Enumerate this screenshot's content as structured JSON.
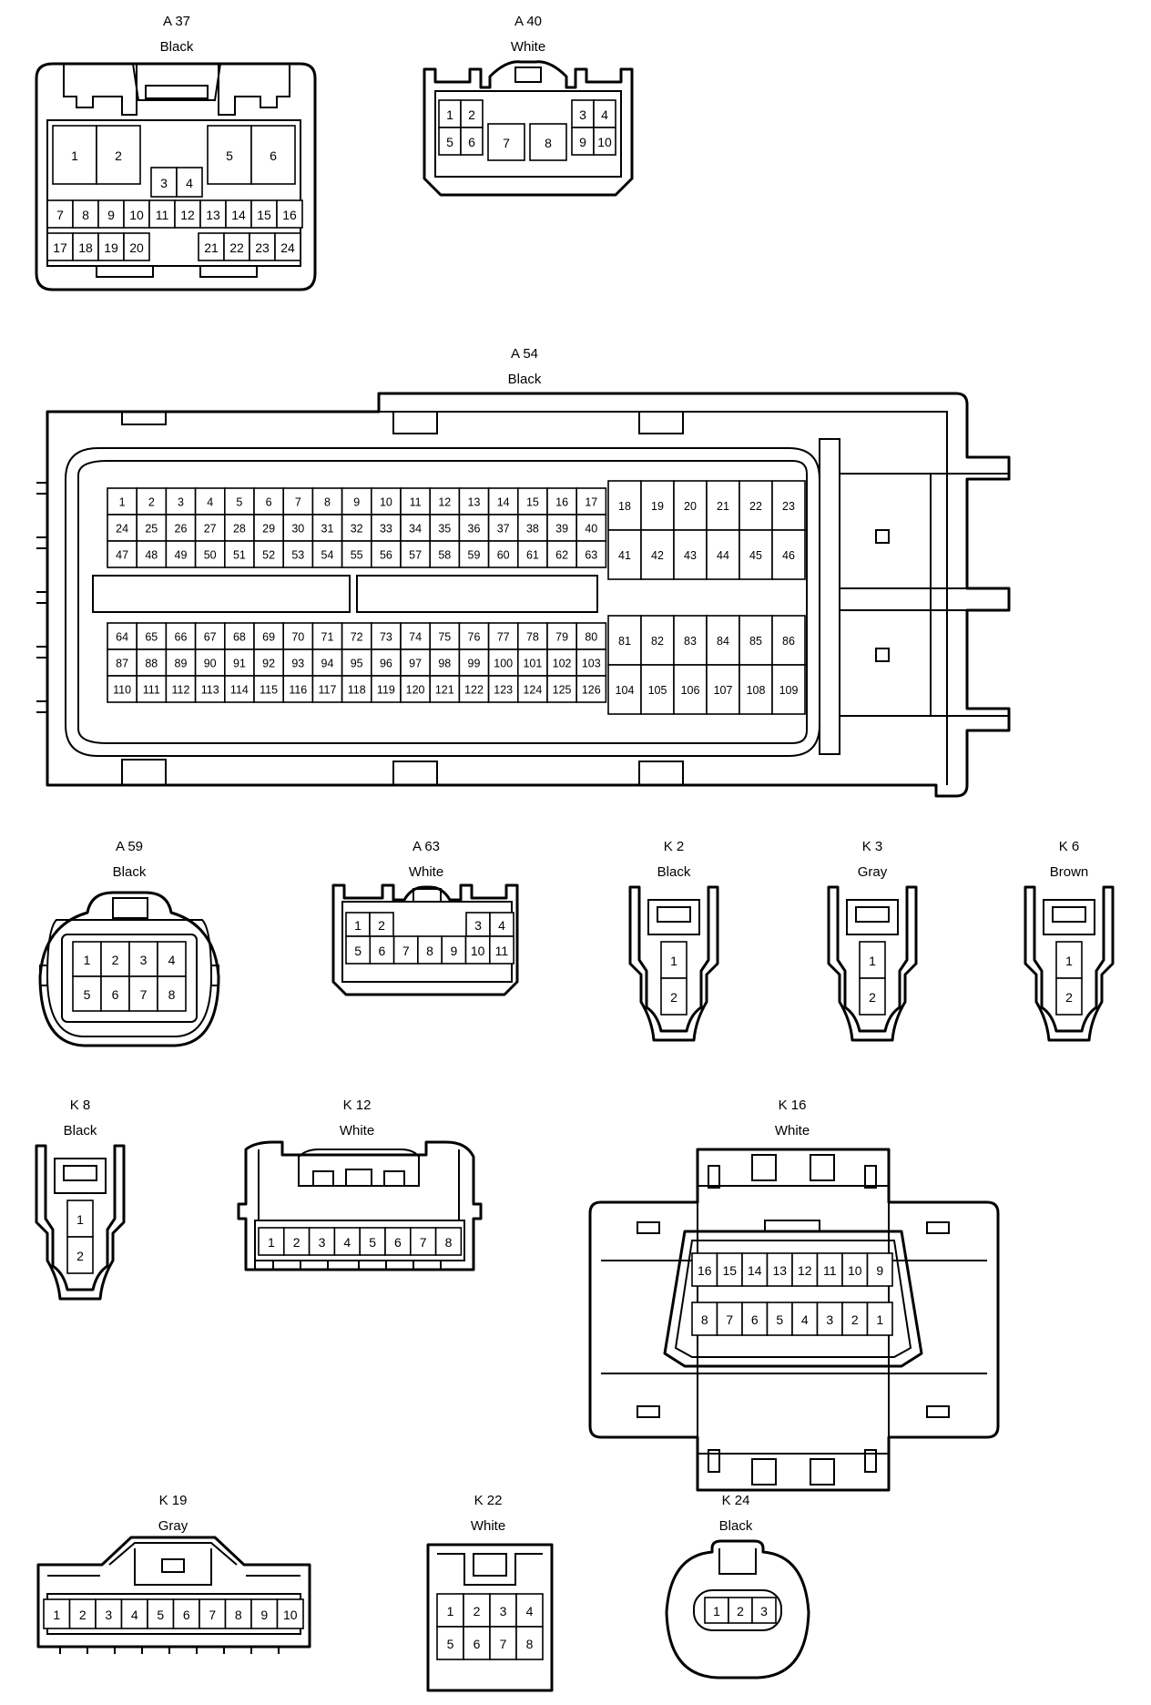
{
  "connectors": {
    "A37": {
      "code": "A 37",
      "color": "Black"
    },
    "A40": {
      "code": "A 40",
      "color": "White"
    },
    "A54": {
      "code": "A 54",
      "color": "Black"
    },
    "A59": {
      "code": "A 59",
      "color": "Black"
    },
    "A63": {
      "code": "A 63",
      "color": "White"
    },
    "K2": {
      "code": "K 2",
      "color": "Black"
    },
    "K3": {
      "code": "K 3",
      "color": "Gray"
    },
    "K6": {
      "code": "K 6",
      "color": "Brown"
    },
    "K8": {
      "code": "K 8",
      "color": "Black"
    },
    "K12": {
      "code": "K 12",
      "color": "White"
    },
    "K16": {
      "code": "K 16",
      "color": "White"
    },
    "K19": {
      "code": "K 19",
      "color": "Gray"
    },
    "K22": {
      "code": "K 22",
      "color": "White"
    },
    "K24": {
      "code": "K 24",
      "color": "Black"
    }
  },
  "pins": {
    "A37": [
      "1",
      "2",
      "3",
      "4",
      "5",
      "6",
      "7",
      "8",
      "9",
      "10",
      "11",
      "12",
      "13",
      "14",
      "15",
      "16",
      "17",
      "18",
      "19",
      "20",
      "21",
      "22",
      "23",
      "24"
    ],
    "A40": [
      "1",
      "2",
      "3",
      "4",
      "5",
      "6",
      "7",
      "8",
      "9",
      "10"
    ],
    "A54": [
      "1",
      "2",
      "3",
      "4",
      "5",
      "6",
      "7",
      "8",
      "9",
      "10",
      "11",
      "12",
      "13",
      "14",
      "15",
      "16",
      "17",
      "18",
      "19",
      "20",
      "21",
      "22",
      "23",
      "24",
      "25",
      "26",
      "27",
      "28",
      "29",
      "30",
      "31",
      "32",
      "33",
      "34",
      "35",
      "36",
      "37",
      "38",
      "39",
      "40",
      "41",
      "42",
      "43",
      "44",
      "45",
      "46",
      "47",
      "48",
      "49",
      "50",
      "51",
      "52",
      "53",
      "54",
      "55",
      "56",
      "57",
      "58",
      "59",
      "60",
      "61",
      "62",
      "63",
      "64",
      "65",
      "66",
      "67",
      "68",
      "69",
      "70",
      "71",
      "72",
      "73",
      "74",
      "75",
      "76",
      "77",
      "78",
      "79",
      "80",
      "81",
      "82",
      "83",
      "84",
      "85",
      "86",
      "87",
      "88",
      "89",
      "90",
      "91",
      "92",
      "93",
      "94",
      "95",
      "96",
      "97",
      "98",
      "99",
      "100",
      "101",
      "102",
      "103",
      "104",
      "105",
      "106",
      "107",
      "108",
      "109",
      "110",
      "111",
      "112",
      "113",
      "114",
      "115",
      "116",
      "117",
      "118",
      "119",
      "120",
      "121",
      "122",
      "123",
      "124",
      "125",
      "126"
    ],
    "A59": [
      "1",
      "2",
      "3",
      "4",
      "5",
      "6",
      "7",
      "8"
    ],
    "A63": [
      "1",
      "2",
      "3",
      "4",
      "5",
      "6",
      "7",
      "8",
      "9",
      "10",
      "11"
    ],
    "K2": [
      "1",
      "2"
    ],
    "K3": [
      "1",
      "2"
    ],
    "K6": [
      "1",
      "2"
    ],
    "K8": [
      "1",
      "2"
    ],
    "K12": [
      "1",
      "2",
      "3",
      "4",
      "5",
      "6",
      "7",
      "8"
    ],
    "K16": [
      "1",
      "2",
      "3",
      "4",
      "5",
      "6",
      "7",
      "8",
      "9",
      "10",
      "11",
      "12",
      "13",
      "14",
      "15",
      "16"
    ],
    "K19": [
      "1",
      "2",
      "3",
      "4",
      "5",
      "6",
      "7",
      "8",
      "9",
      "10"
    ],
    "K22": [
      "1",
      "2",
      "3",
      "4",
      "5",
      "6",
      "7",
      "8"
    ],
    "K24": [
      "1",
      "2",
      "3"
    ]
  }
}
